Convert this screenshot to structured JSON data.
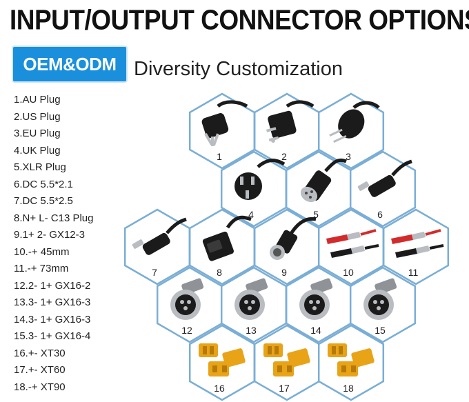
{
  "header": {
    "title": "INPUT/OUTPUT CONNECTOR OPTIONS",
    "badge": "OEM&ODM",
    "subtitle": "Diversity Customization"
  },
  "colors": {
    "badge": "#1a8fdc",
    "hex_border": "#7aaed6",
    "connector_dark": "#1b1b1b",
    "connector_yellow": "#e8a317",
    "connector_metal": "#b9bcc0",
    "clip_red": "#d22b2b"
  },
  "list": [
    "1.AU Plug",
    "2.US Plug",
    "3.EU Plug",
    "4.UK Plug",
    "5.XLR Plug",
    "6.DC 5.5*2.1",
    "7.DC 5.5*2.5",
    "8.N+ L- C13 Plug",
    "9.1+ 2- GX12-3",
    "10.-+ 45mm",
    "11.-+ 73mm",
    "12.2- 1+ GX16-2",
    "13.3- 1+ GX16-3",
    "14.3- 1+ GX16-3",
    "15.3- 1+ GX16-4",
    "16.+- XT30",
    "17.+- XT60",
    "18.-+ XT90"
  ],
  "hexes": [
    {
      "num": "1",
      "icon": "au-plug-icon"
    },
    {
      "num": "2",
      "icon": "us-plug-icon"
    },
    {
      "num": "3",
      "icon": "eu-plug-icon"
    },
    {
      "num": "4",
      "icon": "uk-plug-icon"
    },
    {
      "num": "5",
      "icon": "xlr-plug-icon"
    },
    {
      "num": "6",
      "icon": "dc-plug-icon"
    },
    {
      "num": "7",
      "icon": "dc-plug-icon"
    },
    {
      "num": "8",
      "icon": "c13-plug-icon"
    },
    {
      "num": "9",
      "icon": "gx12-connector-icon"
    },
    {
      "num": "10",
      "icon": "alligator-clip-icon"
    },
    {
      "num": "11",
      "icon": "alligator-clip-icon"
    },
    {
      "num": "12",
      "icon": "gx16-connector-icon"
    },
    {
      "num": "13",
      "icon": "gx16-connector-icon"
    },
    {
      "num": "14",
      "icon": "gx16-connector-icon"
    },
    {
      "num": "15",
      "icon": "gx16-connector-icon"
    },
    {
      "num": "16",
      "icon": "xt-connector-icon"
    },
    {
      "num": "17",
      "icon": "xt-connector-icon"
    },
    {
      "num": "18",
      "icon": "xt-connector-icon"
    }
  ]
}
